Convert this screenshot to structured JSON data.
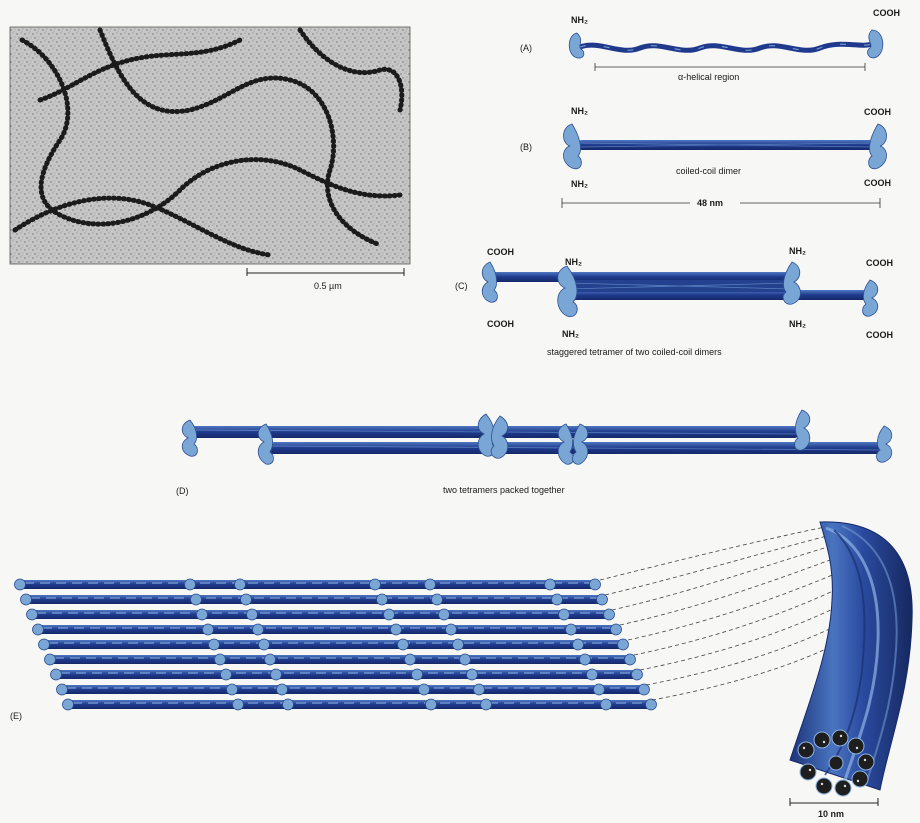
{
  "micrograph": {
    "scale_label": "0.5 µm"
  },
  "panels": {
    "a": {
      "tag": "(A)",
      "nh2": "NH₂",
      "cooh": "COOH",
      "region": "α-helical region"
    },
    "b": {
      "tag": "(B)",
      "nh2_top": "NH₂",
      "nh2_bottom": "NH₂",
      "cooh_top": "COOH",
      "cooh_bottom": "COOH",
      "caption": "coiled-coil dimer",
      "length": "48 nm"
    },
    "c": {
      "tag": "(C)",
      "cooh_tl": "COOH",
      "cooh_bl": "COOH",
      "nh2_tl": "NH₂",
      "nh2_bl": "NH₂",
      "nh2_tr": "NH₂",
      "nh2_br": "NH₂",
      "cooh_tr": "COOH",
      "cooh_br": "COOH",
      "caption": "staggered tetramer of two coiled-coil dimers"
    },
    "d": {
      "tag": "(D)",
      "caption": "two tetramers packed together"
    },
    "e": {
      "tag": "(E)",
      "scale_label": "10 nm"
    }
  },
  "colors": {
    "dark_blue": "#1f3a8c",
    "mid_blue": "#3657b3",
    "light_blue": "#6f98cf",
    "globule": "#7aa6d6",
    "globule_edge": "#2d4f92",
    "micrograph_bg": "#c9c9c9",
    "filament_dots": "#1b1b1b"
  }
}
